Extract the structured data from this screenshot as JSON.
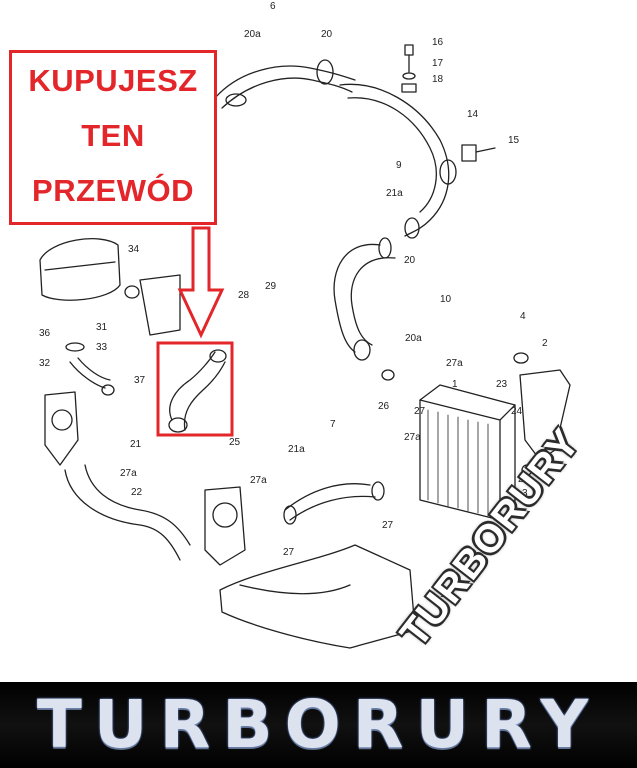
{
  "callout": {
    "lines": [
      "KUPUJESZ",
      "TEN",
      "PRZEWÓD"
    ]
  },
  "banner": {
    "text": "TURBORURY"
  },
  "watermark": {
    "text": "TURBORURY"
  },
  "part_labels": [
    "1",
    "1a",
    "2",
    "3",
    "4",
    "6",
    "7",
    "9",
    "10",
    "14",
    "15",
    "16",
    "17",
    "18",
    "20",
    "20",
    "20a",
    "20a",
    "21",
    "21a",
    "21a",
    "22",
    "23",
    "24",
    "25",
    "26",
    "27",
    "27",
    "27",
    "27",
    "27a",
    "27a",
    "27a",
    "27a",
    "28",
    "29",
    "31",
    "32",
    "33",
    "34",
    "36",
    "37"
  ],
  "colors": {
    "callout": "#e3262a",
    "banner_bg": "#000000",
    "banner_text": "#dde3ee"
  }
}
